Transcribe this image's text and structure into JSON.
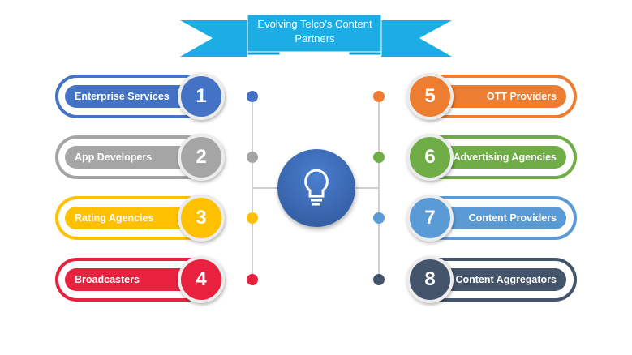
{
  "banner": {
    "title": "Evolving Telco’s Content Partners",
    "color": "#1CADE4"
  },
  "center": {
    "icon": "lightbulb-icon",
    "color": "#2F5597"
  },
  "left": [
    {
      "num": "1",
      "label": "Enterprise Services",
      "color": "#4472C4"
    },
    {
      "num": "2",
      "label": "App Developers",
      "color": "#A5A5A5"
    },
    {
      "num": "3",
      "label": "Rating Agencies",
      "color": "#FFC000"
    },
    {
      "num": "4",
      "label": "Broadcasters",
      "color": "#E8213F"
    }
  ],
  "right": [
    {
      "num": "5",
      "label": "OTT Providers",
      "color": "#ED7D31"
    },
    {
      "num": "6",
      "label": "Advertising Agencies",
      "color": "#70AD47"
    },
    {
      "num": "7",
      "label": "Content Providers",
      "color": "#5B9BD5"
    },
    {
      "num": "8",
      "label": "Content Aggregators",
      "color": "#44546A"
    }
  ]
}
